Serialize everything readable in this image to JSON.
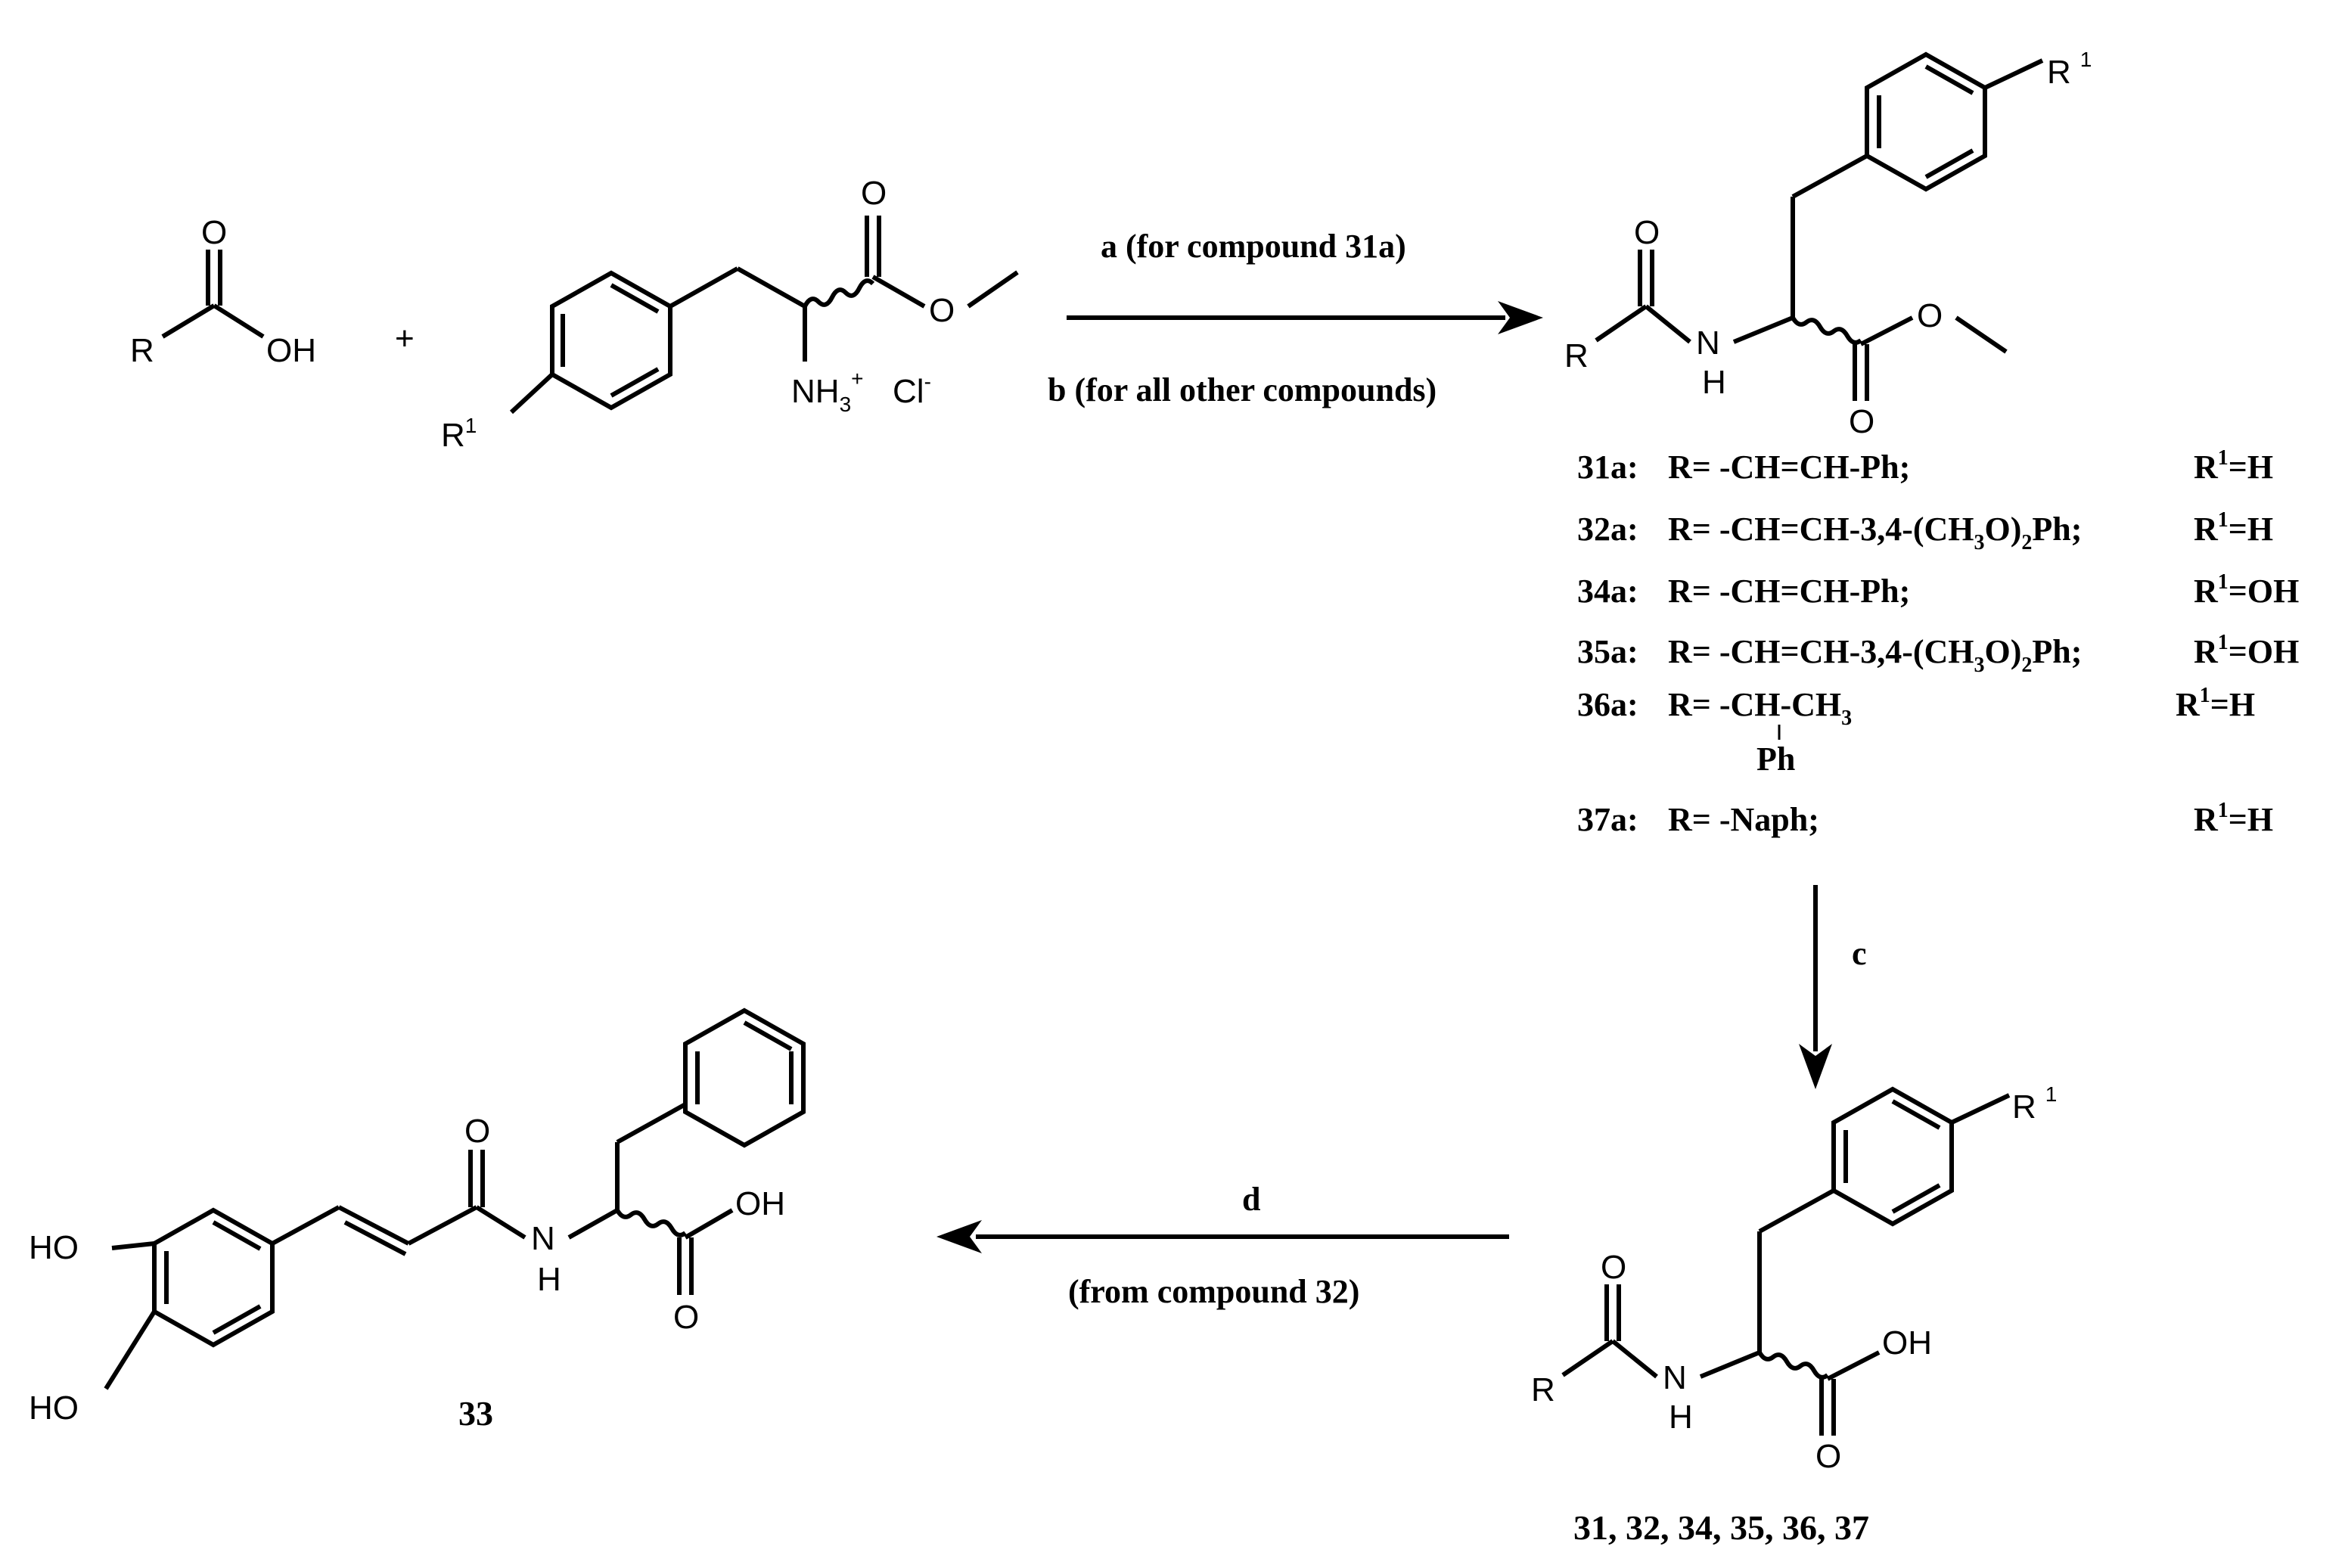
{
  "reagents": {
    "acid": {
      "r": "R",
      "o": "O",
      "oh": "OH"
    },
    "plus": "+",
    "ester": {
      "r1": "R",
      "r1_sup": "1",
      "o1": "O",
      "o2": "O",
      "nh3": "NH",
      "nh3_sub": "3",
      "nh3_sup": "+",
      "cl": "Cl",
      "cl_sup": "-"
    }
  },
  "arrows": {
    "step_ab": {
      "top": "a (for compound 31a)",
      "bottom": "b (for all other compounds)"
    },
    "step_c": {
      "label": "c"
    },
    "step_d": {
      "top": "d",
      "bottom": "(from compound 32)"
    }
  },
  "intermediate": {
    "r": "R",
    "r1": "R",
    "r1_sup": "1",
    "o_carbonyl": "O",
    "nh": "N",
    "h": "H",
    "o_ester": "O",
    "o_dbl": "O",
    "list": [
      {
        "id": "31a:",
        "r": "R= -CH=CH-Ph;",
        "r1": "R",
        "r1_sup": "1",
        "r1_val": "=H"
      },
      {
        "id": "32a:",
        "r": "R= -CH=CH-3,4-(CH",
        "r_sub": "3",
        "r_rest": "O)",
        "r_sub2": "2",
        "r_end": "Ph;",
        "r1": "R",
        "r1_sup": "1",
        "r1_val": "=H"
      },
      {
        "id": "34a:",
        "r": "R= -CH=CH-Ph;",
        "r1": "R",
        "r1_sup": "1",
        "r1_val": "=OH"
      },
      {
        "id": "35a:",
        "r": "R= -CH=CH-3,4-(CH",
        "r_sub": "3",
        "r_rest": "O)",
        "r_sub2": "2",
        "r_end": "Ph;",
        "r1": "R",
        "r1_sup": "1",
        "r1_val": "=OH"
      },
      {
        "id": "36a:",
        "r": "R= -CH-CH",
        "r_sub": "3",
        "branch": "Ph",
        "r1": "R",
        "r1_sup": "1",
        "r1_val": "=H"
      },
      {
        "id": "37a:",
        "r": "R= -Naph;",
        "r1": "R",
        "r1_sup": "1",
        "r1_val": "=H"
      }
    ]
  },
  "acids": {
    "r": "R",
    "r1": "R",
    "r1_sup": "1",
    "o_carbonyl": "O",
    "nh": "N",
    "h": "H",
    "oh": "OH",
    "o_dbl": "O",
    "label": "31, 32, 34, 35, 36, 37"
  },
  "product33": {
    "ho1": "HO",
    "ho2": "HO",
    "o_carbonyl": "O",
    "nh": "N",
    "h": "H",
    "oh": "OH",
    "o_dbl": "O",
    "label": "33"
  }
}
